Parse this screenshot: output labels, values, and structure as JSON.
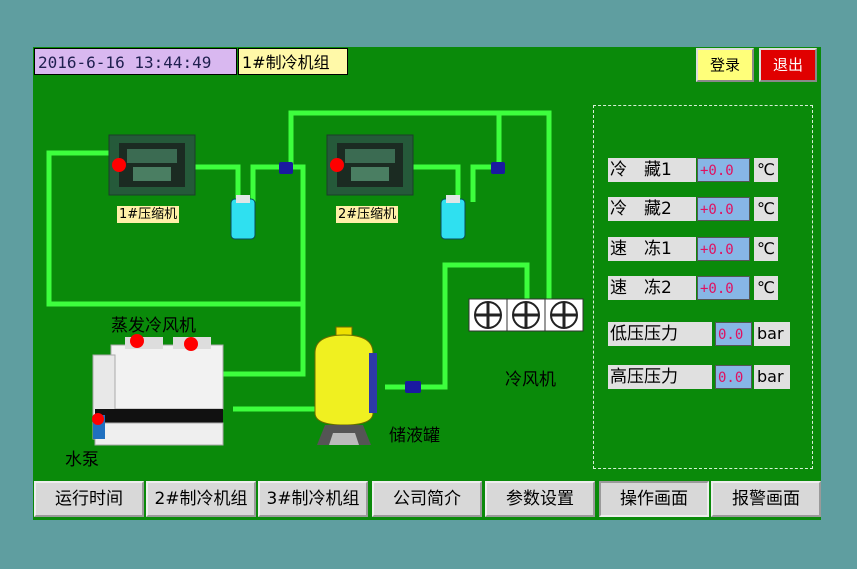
{
  "header": {
    "datetime": "2016-6-16 13:44:49",
    "unit_title": "1#制冷机组",
    "login_label": "登录",
    "exit_label": "退出"
  },
  "diagram": {
    "compressor1_label": "1#压缩机",
    "compressor2_label": "2#压缩机",
    "evaporative_condenser_label": "蒸发冷风机",
    "pump_label": "水泵",
    "receiver_label": "储液罐",
    "air_cooler_label": "冷风机"
  },
  "params": [
    {
      "label": "冷　藏1",
      "value": "+0.0",
      "unit": "℃"
    },
    {
      "label": "冷　藏2",
      "value": "+0.0",
      "unit": "℃"
    },
    {
      "label": "速　冻1",
      "value": "+0.0",
      "unit": "℃"
    },
    {
      "label": "速　冻2",
      "value": "+0.0",
      "unit": "℃"
    },
    {
      "label": "低压压力",
      "value": "0.0",
      "unit": "bar"
    },
    {
      "label": "高压压力",
      "value": "0.0",
      "unit": "bar"
    }
  ],
  "nav": [
    "运行时间",
    "2#制冷机组",
    "3#制冷机组",
    "公司简介",
    "参数设置",
    "操作画面",
    "报警画面"
  ],
  "colors": {
    "background": "#0a8a0a",
    "pipe": "#3dff3d",
    "alarm_indicator": "#ff0000",
    "value_text": "#e01060"
  }
}
